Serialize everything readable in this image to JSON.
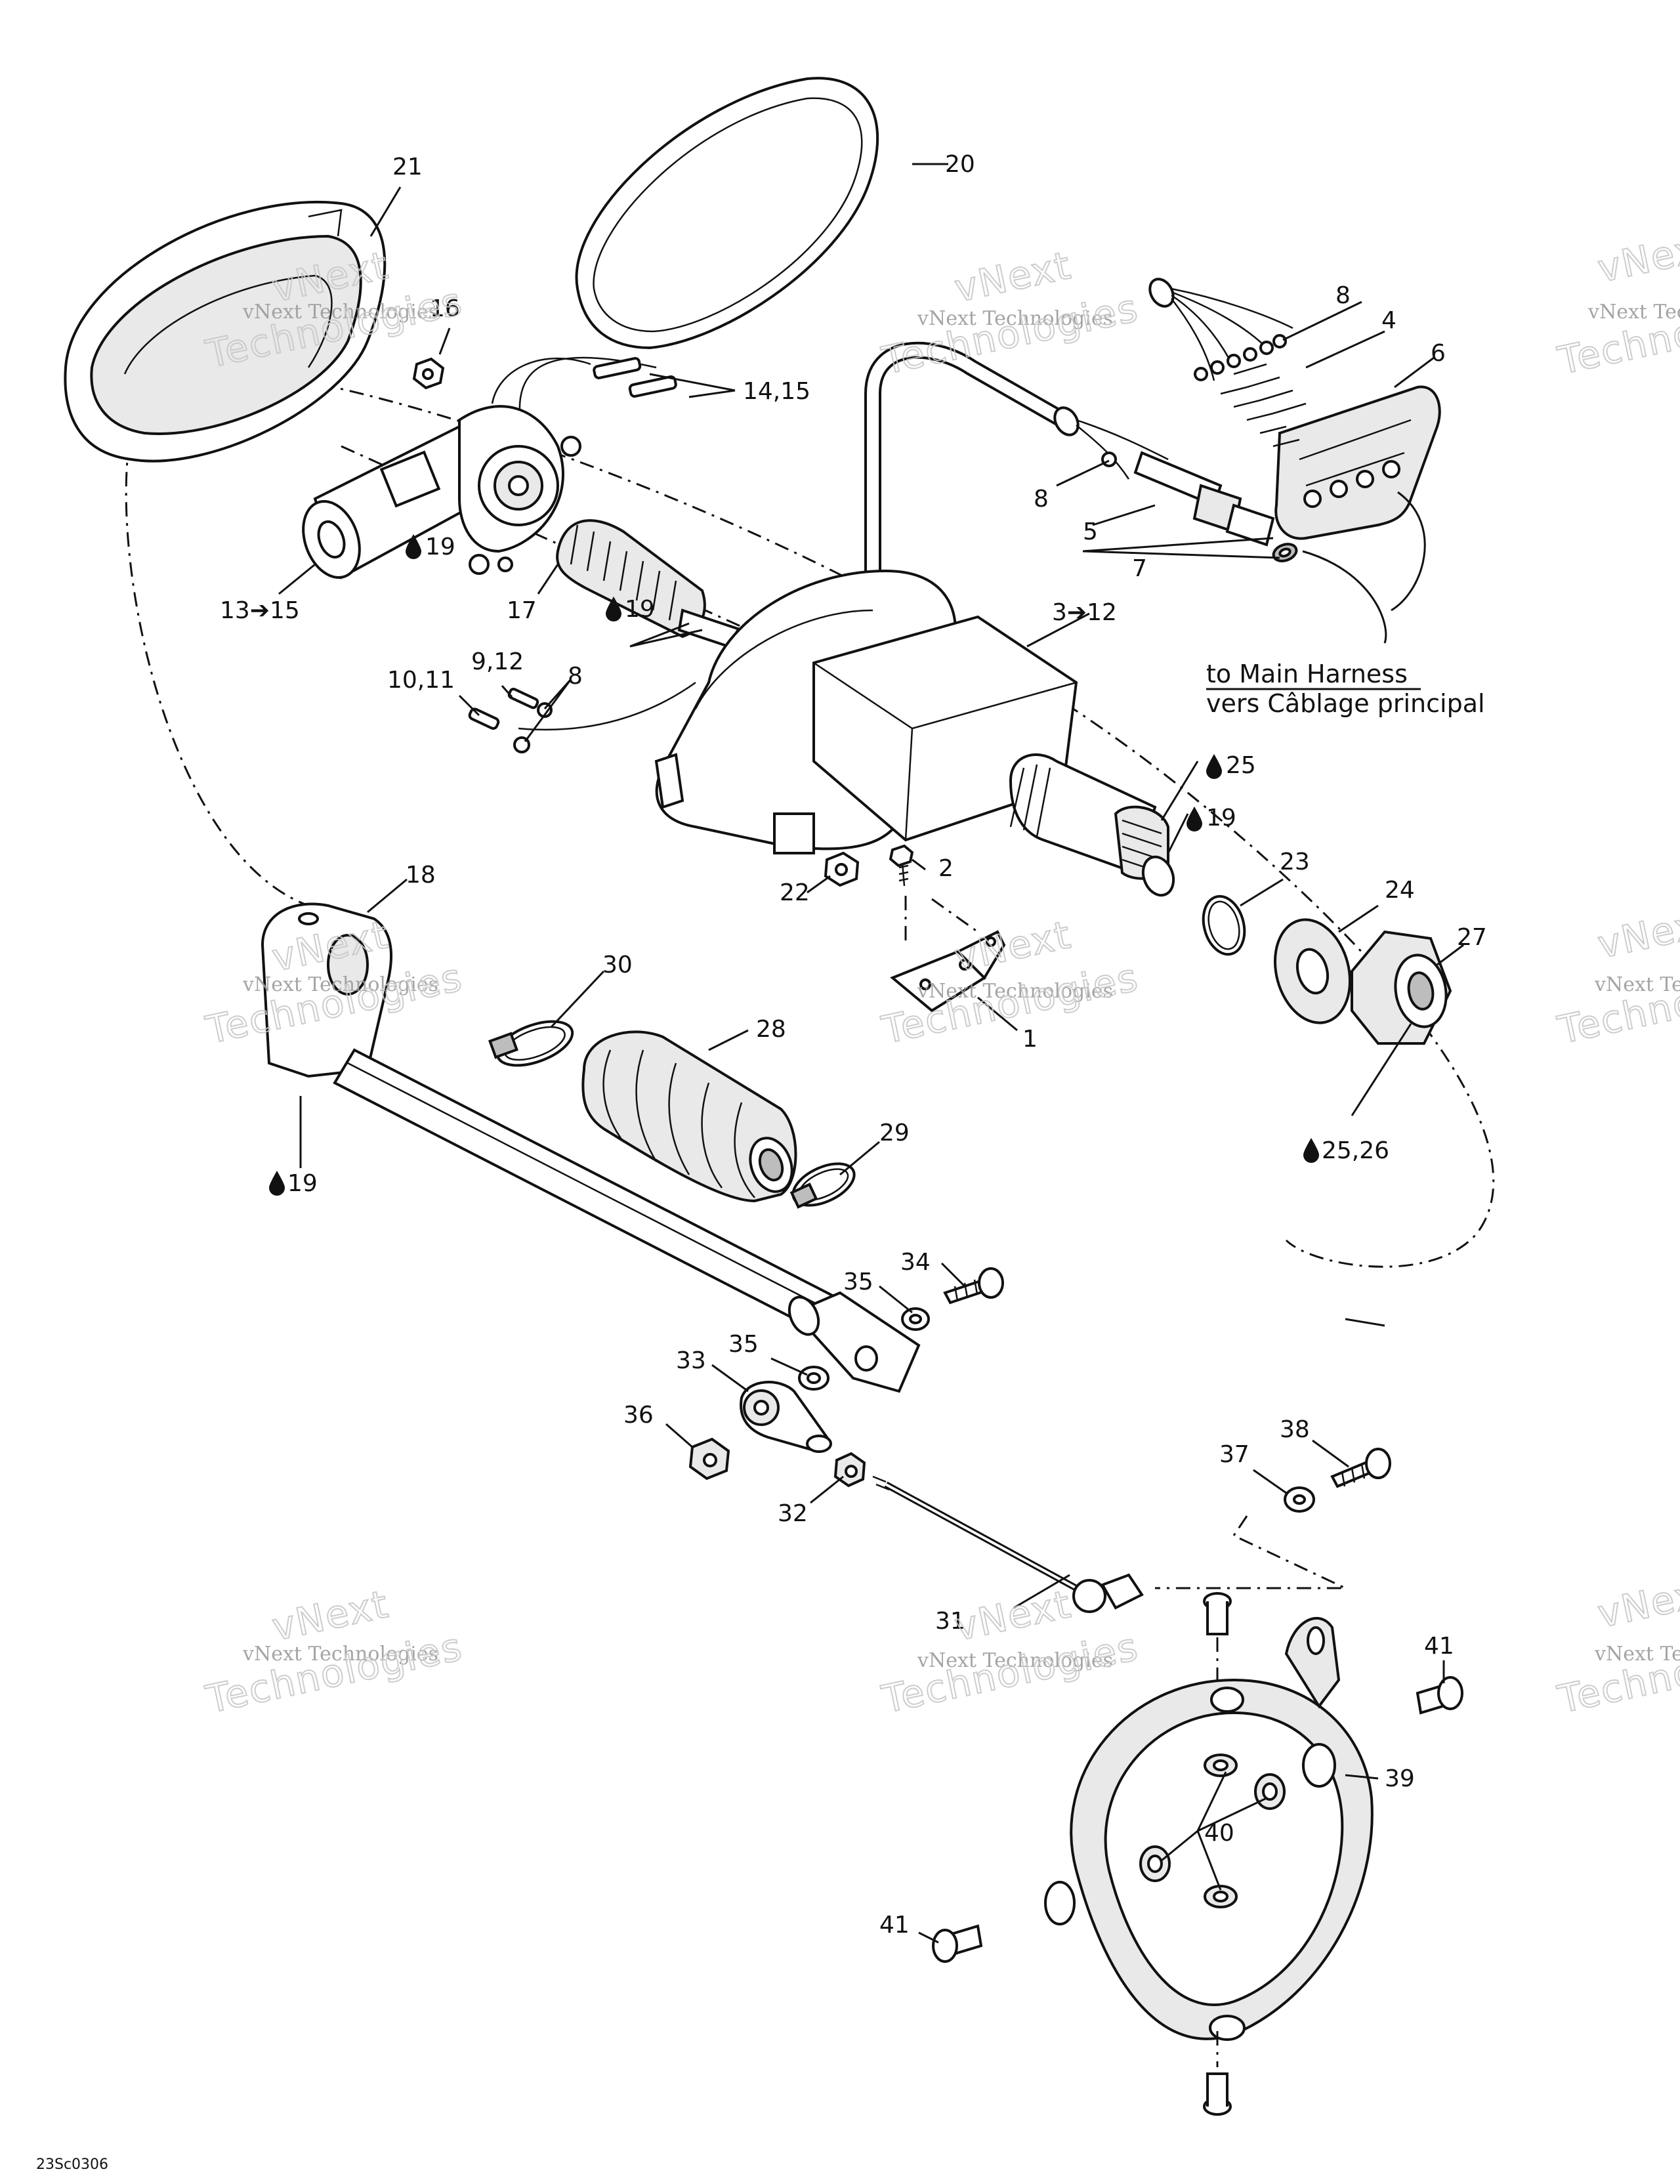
{
  "diagram": {
    "code": "23Sc0306",
    "note": {
      "line1": "to Main Harness",
      "line2": "vers Câblage principal"
    },
    "watermark": {
      "line1": "vNext Technologies",
      "line2": "vNext",
      "line3": "Technologies"
    },
    "callouts": [
      {
        "id": "c21",
        "text": "21"
      },
      {
        "id": "c16",
        "text": "16"
      },
      {
        "id": "c20",
        "text": "20"
      },
      {
        "id": "c14-15",
        "text": "14,15"
      },
      {
        "id": "c8a",
        "text": "8"
      },
      {
        "id": "c4",
        "text": "4"
      },
      {
        "id": "c6",
        "text": "6"
      },
      {
        "id": "c8b",
        "text": "8"
      },
      {
        "id": "c5",
        "text": "5"
      },
      {
        "id": "c7",
        "text": "7"
      },
      {
        "id": "c13-15",
        "text": "13➔15"
      },
      {
        "id": "c19a",
        "text": "19"
      },
      {
        "id": "c17",
        "text": "17"
      },
      {
        "id": "c19b",
        "text": "19"
      },
      {
        "id": "c3-12",
        "text": "3➔12"
      },
      {
        "id": "c10-11",
        "text": "10,11"
      },
      {
        "id": "c9-12",
        "text": "9,12"
      },
      {
        "id": "c8c",
        "text": "8"
      },
      {
        "id": "c25a",
        "text": "25"
      },
      {
        "id": "c19c",
        "text": "19"
      },
      {
        "id": "c2",
        "text": "2"
      },
      {
        "id": "c22",
        "text": "22"
      },
      {
        "id": "c23",
        "text": "23"
      },
      {
        "id": "c24",
        "text": "24"
      },
      {
        "id": "c27",
        "text": "27"
      },
      {
        "id": "c18",
        "text": "18"
      },
      {
        "id": "c30",
        "text": "30"
      },
      {
        "id": "c28",
        "text": "28"
      },
      {
        "id": "c1",
        "text": "1"
      },
      {
        "id": "c19d",
        "text": "19"
      },
      {
        "id": "c25-26",
        "text": "25,26"
      },
      {
        "id": "c29",
        "text": "29"
      },
      {
        "id": "c34",
        "text": "34"
      },
      {
        "id": "c35a",
        "text": "35"
      },
      {
        "id": "c35b",
        "text": "35"
      },
      {
        "id": "c33",
        "text": "33"
      },
      {
        "id": "c36",
        "text": "36"
      },
      {
        "id": "c32",
        "text": "32"
      },
      {
        "id": "c38",
        "text": "38"
      },
      {
        "id": "c37",
        "text": "37"
      },
      {
        "id": "c31",
        "text": "31"
      },
      {
        "id": "c41a",
        "text": "41"
      },
      {
        "id": "c39",
        "text": "39"
      },
      {
        "id": "c40",
        "text": "40"
      },
      {
        "id": "c41b",
        "text": "41"
      }
    ]
  }
}
